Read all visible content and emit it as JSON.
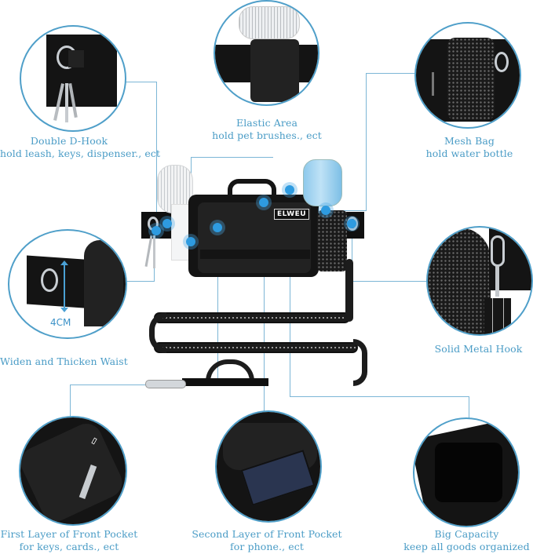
{
  "theme": {
    "accent": "#4a9cc6",
    "line": "#7cb6d6",
    "dot": "#2e9be0",
    "background": "#ffffff"
  },
  "product": {
    "logo_text": "ELWEU",
    "measurement": "4CM"
  },
  "features": [
    {
      "id": "double-d-hook",
      "title": "Double D-Hook",
      "subtitle": "hold leash, keys, dispenser., ect"
    },
    {
      "id": "elastic-area",
      "title": "Elastic Area",
      "subtitle": "hold pet brushes., ect"
    },
    {
      "id": "mesh-bag",
      "title": "Mesh Bag",
      "subtitle": "hold water bottle"
    },
    {
      "id": "waist",
      "title": "Widen and Thicken Waist",
      "subtitle": ""
    },
    {
      "id": "metal-hook",
      "title": "Solid Metal Hook",
      "subtitle": ""
    },
    {
      "id": "first-layer",
      "title": "First Layer of Front Pocket",
      "subtitle": "for keys, cards., ect"
    },
    {
      "id": "second-layer",
      "title": "Second Layer of Front Pocket",
      "subtitle": "for phone., ect"
    },
    {
      "id": "big-capacity",
      "title": "Big Capacity",
      "subtitle": "keep all goods organized"
    }
  ]
}
